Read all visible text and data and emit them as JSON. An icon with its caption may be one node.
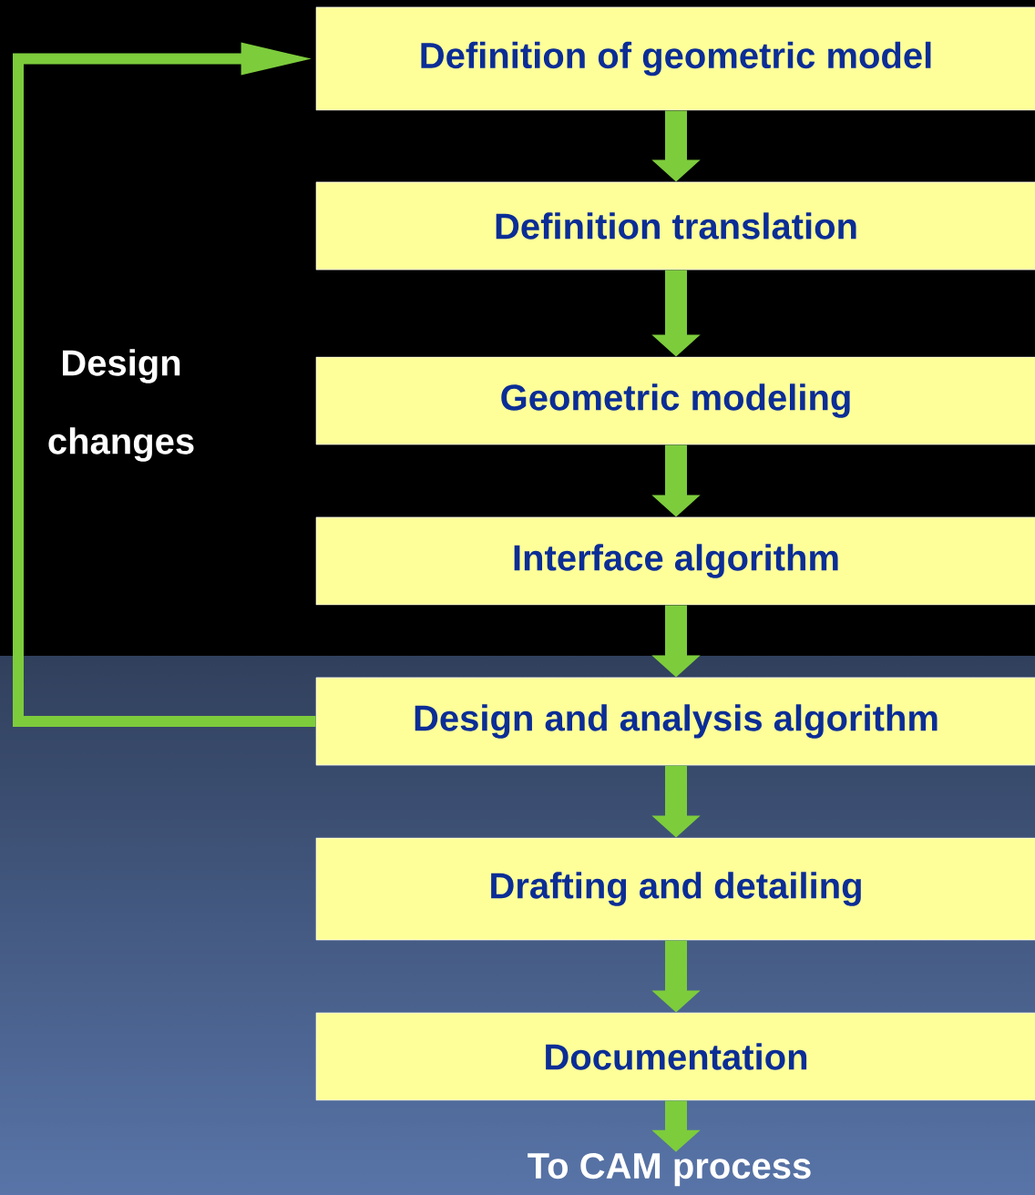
{
  "diagram": {
    "nodes": [
      {
        "text": [
          "Definition of geometric model"
        ]
      },
      {
        "text": [
          "Definition translation"
        ]
      },
      {
        "text": [
          "Geometric modeling"
        ]
      },
      {
        "text": [
          "Interface algorithm"
        ]
      },
      {
        "text": [
          "Design and analysis algorithm"
        ]
      },
      {
        "text": [
          "Drafting and detailing"
        ]
      },
      {
        "text": [
          "Documentation"
        ]
      },
      {
        "text": [
          "To CAM process"
        ]
      }
    ],
    "edges": [
      {
        "from": 0,
        "to": 1,
        "arrow": "to"
      },
      {
        "from": 1,
        "to": 2,
        "arrow": "to"
      },
      {
        "from": 2,
        "to": 3,
        "arrow": "to"
      },
      {
        "from": 3,
        "to": 4,
        "arrow": "to"
      },
      {
        "from": 4,
        "to": 5,
        "arrow": "to"
      },
      {
        "from": 5,
        "to": 6,
        "arrow": "to"
      },
      {
        "from": 6,
        "to": 7,
        "arrow": "to"
      },
      {
        "from": 4,
        "to": 0,
        "arrow": "to",
        "label": "Design changes"
      }
    ]
  }
}
